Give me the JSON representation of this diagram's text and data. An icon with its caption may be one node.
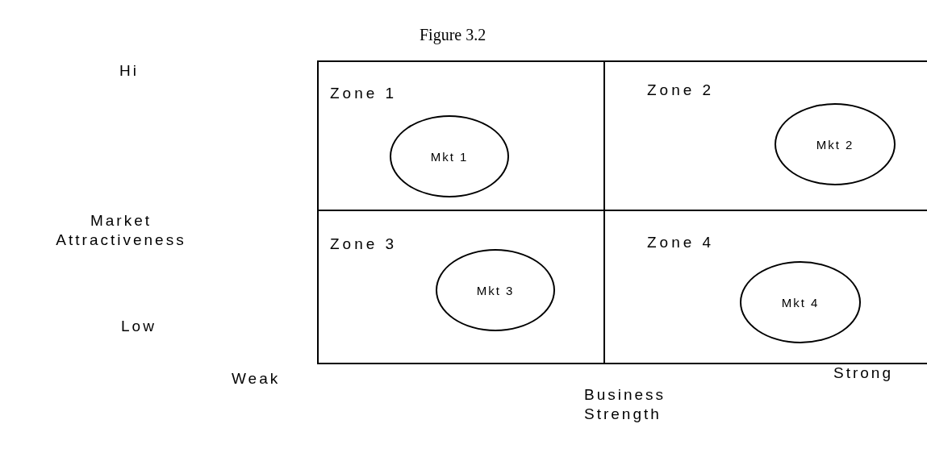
{
  "diagram": {
    "title": "Figure 3.2",
    "nodes": [
      {
        "text": [
          "Zone 1"
        ]
      },
      {
        "text": [
          "Mkt 1"
        ],
        "in": 0
      },
      {
        "text": [
          "Zone 2"
        ]
      },
      {
        "text": [
          "Mkt 2"
        ],
        "in": 2
      },
      {
        "text": [
          "Zone 3"
        ]
      },
      {
        "text": [
          "Mkt 3"
        ],
        "in": 4
      },
      {
        "text": [
          "Zone 4"
        ]
      },
      {
        "text": [
          "Mkt 4"
        ],
        "in": 6
      }
    ],
    "edges": [],
    "labels": [
      "Hi",
      "Market Attractiveness",
      "Low",
      "Weak",
      "Strong",
      "Business Strength"
    ]
  }
}
